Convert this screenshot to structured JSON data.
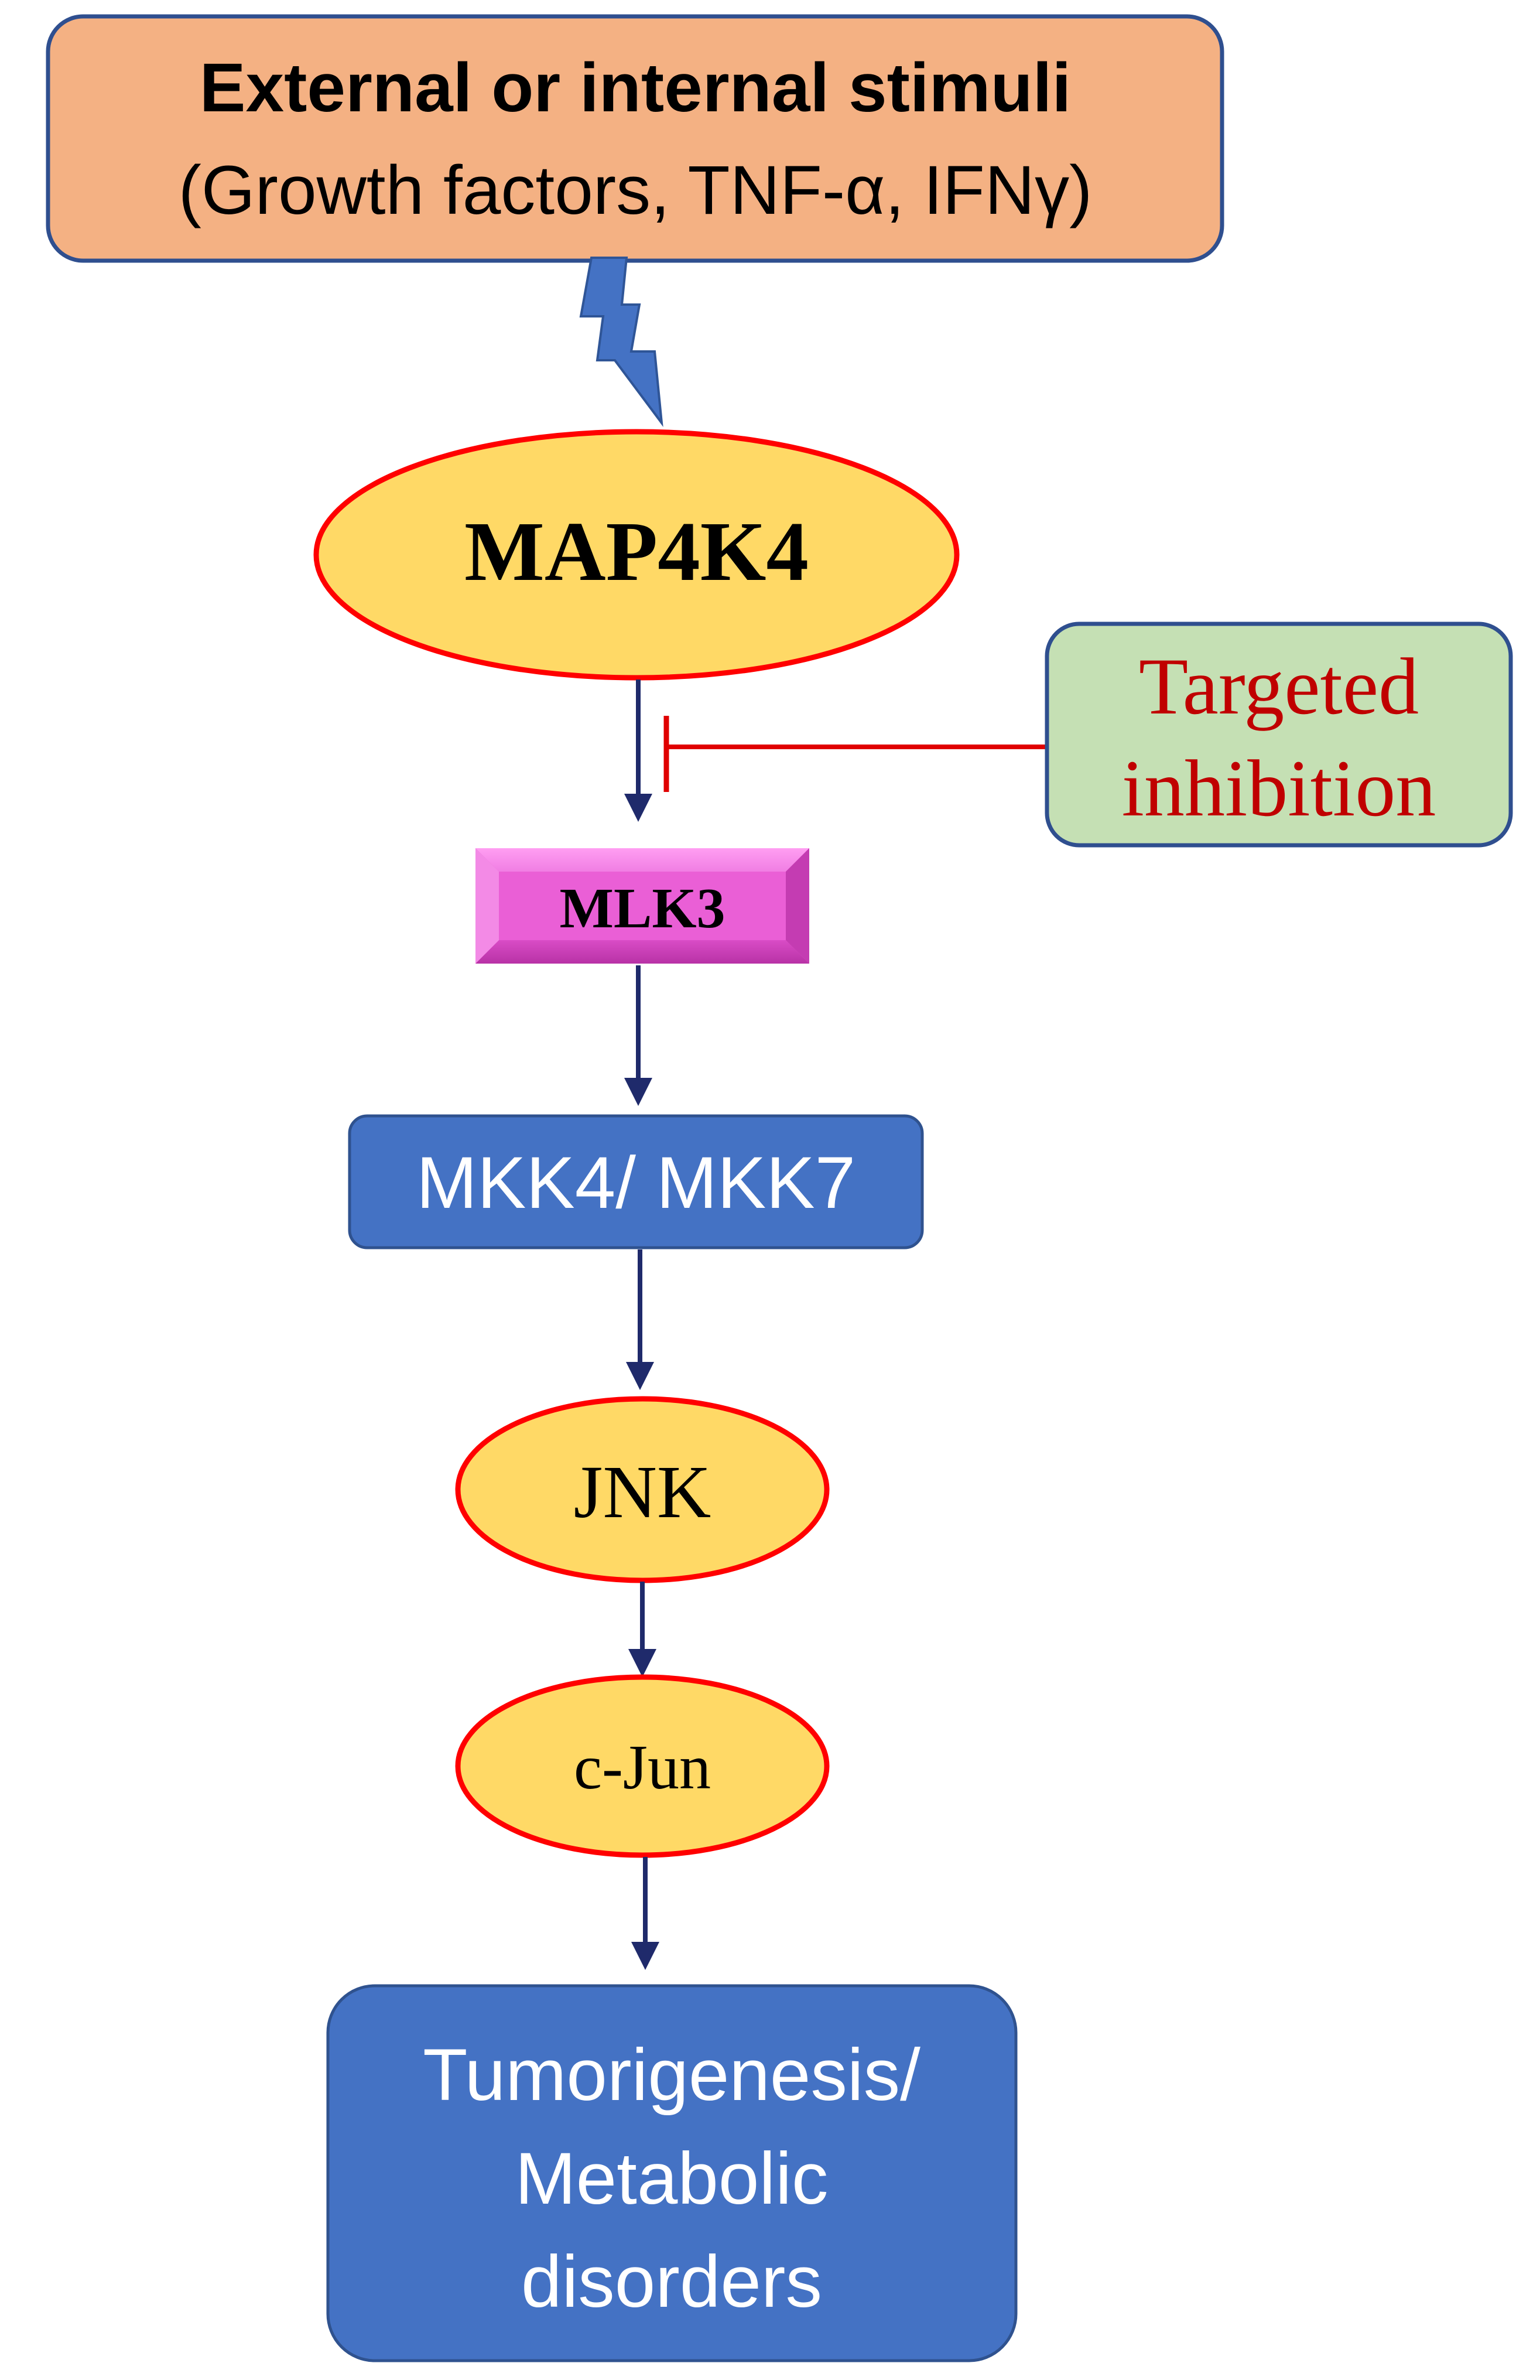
{
  "stimuli": {
    "title": "External or internal stimuli",
    "subtitle": "(Growth factors, TNF-α, IFNγ)"
  },
  "map4k4": {
    "label": "MAP4K4"
  },
  "inhibition": {
    "line1": "Targeted",
    "line2": "inhibition"
  },
  "mlk3": {
    "label": "MLK3"
  },
  "mkk": {
    "label": "MKK4/ MKK7"
  },
  "jnk": {
    "label": "JNK"
  },
  "cjun": {
    "label": "c-Jun"
  },
  "outcome": {
    "line1": "Tumorigenesis/",
    "line2": "Metabolic",
    "line3": "disorders"
  },
  "colors": {
    "stimuli_fill": "#f4b183",
    "node_outline": "#203864",
    "ellipse_fill": "#ffd966",
    "ellipse_stroke": "#ff0000",
    "inhibition_fill": "#c5e0b4",
    "inhibition_text": "#c00000",
    "inhibition_line": "#e00000",
    "mlk3_fill": "#ea5fd6",
    "blue_box": "#4472c4",
    "arrow": "#1f2a6b",
    "lightning": "#4472c4"
  },
  "icons": {
    "stimulus_signal": "lightning-bolt-icon",
    "inhibition_symbol": "t-bar-inhibition-icon"
  }
}
